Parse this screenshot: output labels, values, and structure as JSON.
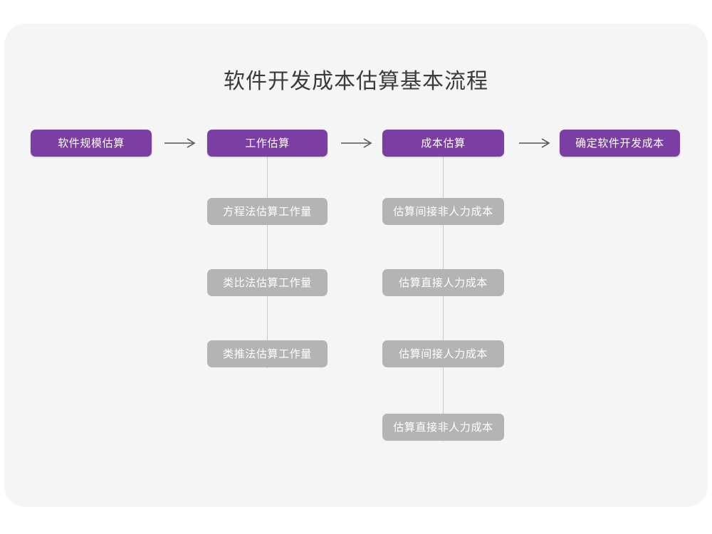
{
  "diagram": {
    "title": "软件开发成本估算基本流程",
    "colors": {
      "background": "#ffffff",
      "card": "#f5f5f5",
      "primary_node": "#7b3fa3",
      "secondary_node": "#b4b4b4",
      "connector": "#c9c9c9",
      "arrow": "#555555",
      "title_text": "#3b3b3b",
      "node_text": "#ffffff"
    },
    "main_flow": [
      {
        "id": "step-1",
        "label": "软件规模估算"
      },
      {
        "id": "step-2",
        "label": "工作估算"
      },
      {
        "id": "step-3",
        "label": "成本估算"
      },
      {
        "id": "step-4",
        "label": "确定软件开发成本"
      }
    ],
    "arrows": [
      {
        "id": "arrow-1",
        "glyph": "arrow-right-icon"
      },
      {
        "id": "arrow-2",
        "glyph": "arrow-right-icon"
      },
      {
        "id": "arrow-3",
        "glyph": "arrow-right-icon"
      }
    ],
    "effort_branch": {
      "parent": "工作估算",
      "items": [
        {
          "id": "effort-1",
          "label": "方程法估算工作量"
        },
        {
          "id": "effort-2",
          "label": "类比法估算工作量"
        },
        {
          "id": "effort-3",
          "label": "类推法估算工作量"
        }
      ]
    },
    "cost_branch": {
      "parent": "成本估算",
      "items": [
        {
          "id": "cost-1",
          "label": "估算间接非人力成本"
        },
        {
          "id": "cost-2",
          "label": "估算直接人力成本"
        },
        {
          "id": "cost-3",
          "label": "估算间接人力成本"
        },
        {
          "id": "cost-4",
          "label": "估算直接非人力成本"
        }
      ]
    }
  }
}
